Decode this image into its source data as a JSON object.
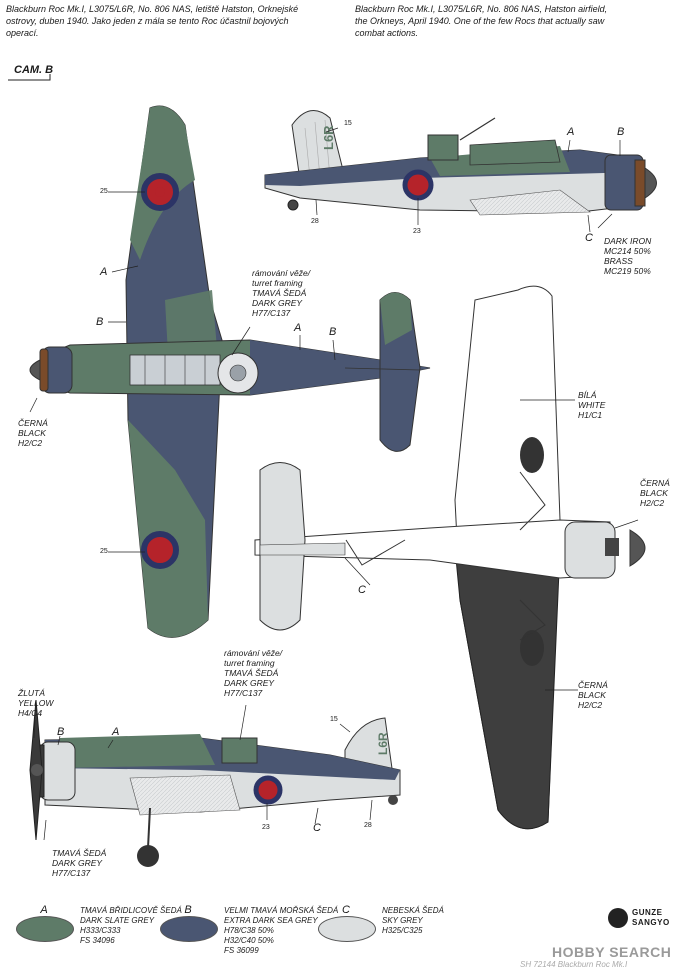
{
  "header": {
    "caption_cz": [
      "Blackburn Roc Mk.I, L3075/L6R, No. 806 NAS, letiště Hatston, Orknejské",
      "ostrovy, duben 1940. Jako jeden z mála se tento Roc účastnil bojových",
      "operací."
    ],
    "caption_en": [
      "Blackburn Roc Mk.I, L3075/L6R, No. 806 NAS, Hatston airfield,",
      "the Orkneys, April 1940. One of the few Rocs that actually saw",
      "combat actions."
    ],
    "camo_label": "CAM. B"
  },
  "callouts": {
    "turret_top": [
      "rámování věže/",
      "turret framing",
      "TMAVÁ ŠEDÁ",
      "DARK GREY",
      "H77/C137"
    ],
    "turret_bottom": [
      "rámování věže/",
      "turret framing",
      "TMAVÁ ŠEDÁ",
      "DARK GREY",
      "H77/C137"
    ],
    "spinner_top": [
      "DARK IRON",
      "MC214 50%",
      "BRASS",
      "MC219 50%"
    ],
    "black_left": [
      "ČERNÁ",
      "BLACK",
      "H2/C2"
    ],
    "white": [
      "BÍLÁ",
      "WHITE",
      "H1/C1"
    ],
    "black_right": [
      "ČERNÁ",
      "BLACK",
      "H2/C2"
    ],
    "black_bottom": [
      "ČERNÁ",
      "BLACK",
      "H2/C2"
    ],
    "yellow": [
      "ŽLUTÁ",
      "YELLOW",
      "H4/C4"
    ],
    "darkgrey_prop": [
      "TMAVÁ ŠEDÁ",
      "DARK GREY",
      "H77/C137"
    ]
  },
  "letters": {
    "A": "A",
    "B": "B",
    "C": "C"
  },
  "numbers": {
    "n15": "15",
    "n23": "23",
    "n25": "25",
    "n28": "28"
  },
  "fin_code": "L6R",
  "legend": [
    {
      "letter": "A",
      "color": "#5e7b68",
      "lines": [
        "TMAVÁ BŘIDLICOVĚ ŠEDÁ",
        "DARK SLATE GREY",
        "H333/C333",
        "FS 34096"
      ]
    },
    {
      "letter": "B",
      "color": "#4a5672",
      "lines": [
        "VELMI TMAVÁ MOŘSKÁ ŠEDÁ",
        "EXTRA DARK SEA GREY",
        "H78/C38 50%",
        "H32/C40 50%",
        "FS 36099"
      ]
    },
    {
      "letter": "C",
      "color": "#dcdfe0",
      "lines": [
        "NEBESKÁ ŠEDÁ",
        "SKY GREY",
        "H325/C325"
      ]
    }
  ],
  "logo": {
    "line1": "GUNZE",
    "line2": "SANGYO"
  },
  "watermark": "HOBBY SEARCH",
  "footer_code": "SH 72144 Blackburn Roc Mk.I",
  "colors": {
    "slate": "#5e7b68",
    "sea_grey": "#4a5672",
    "sky": "#dcdfe0",
    "roundel_red": "#b5232a",
    "roundel_blue": "#2c3466",
    "dark": "#3a3a3a"
  }
}
